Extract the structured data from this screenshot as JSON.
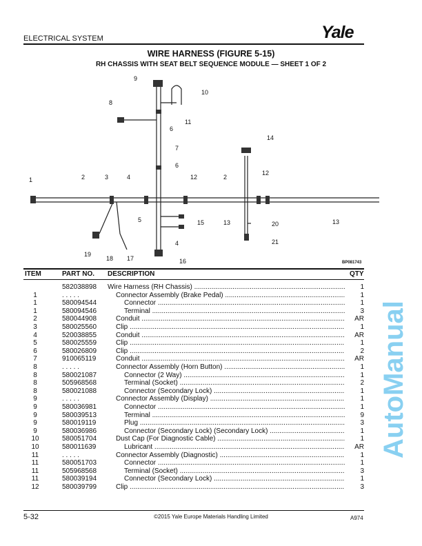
{
  "header": {
    "section": "ELECTRICAL SYSTEM",
    "logo": "Yale"
  },
  "title": "WIRE HARNESS (FIGURE 5-15)",
  "subtitle": "RH CHASSIS WITH SEAT BELT SEQUENCE MODULE — SHEET 1 OF 2",
  "figure": {
    "ref": "BP081743",
    "callouts": [
      "1",
      "2",
      "3",
      "4",
      "5",
      "6",
      "7",
      "8",
      "9",
      "10",
      "11",
      "6",
      "12",
      "2",
      "14",
      "12",
      "15",
      "13",
      "20",
      "13",
      "21",
      "4",
      "16",
      "19",
      "18",
      "17"
    ]
  },
  "table": {
    "headers": {
      "item": "ITEM",
      "part": "PART NO.",
      "desc": "DESCRIPTION",
      "qty": "QTY"
    },
    "rows": [
      {
        "item": "",
        "part": "582038898",
        "desc": "Wire Harness (RH Chassis)",
        "level": 0,
        "qty": "1"
      },
      {
        "item": "1",
        "part": ". . . . .",
        "desc": "Connector Assembly (Brake Pedal)",
        "level": 1,
        "qty": "1"
      },
      {
        "item": "1",
        "part": "580094544",
        "desc": "Connector",
        "level": 2,
        "qty": "1"
      },
      {
        "item": "1",
        "part": "580094546",
        "desc": "Terminal",
        "level": 2,
        "qty": "3"
      },
      {
        "item": "2",
        "part": "580044908",
        "desc": "Conduit",
        "level": 1,
        "qty": "AR"
      },
      {
        "item": "3",
        "part": "580025560",
        "desc": "Clip",
        "level": 1,
        "qty": "1"
      },
      {
        "item": "4",
        "part": "520038855",
        "desc": "Conduit",
        "level": 1,
        "qty": "AR"
      },
      {
        "item": "5",
        "part": "580025559",
        "desc": "Clip",
        "level": 1,
        "qty": "1"
      },
      {
        "item": "6",
        "part": "580026809",
        "desc": "Clip",
        "level": 1,
        "qty": "2"
      },
      {
        "item": "7",
        "part": "910065119",
        "desc": "Conduit",
        "level": 1,
        "qty": "AR"
      },
      {
        "item": "8",
        "part": ". . . . .",
        "desc": "Connector Assembly (Horn Button)",
        "level": 1,
        "qty": "1"
      },
      {
        "item": "8",
        "part": "580021087",
        "desc": "Connector (2 Way)",
        "level": 2,
        "qty": "1"
      },
      {
        "item": "8",
        "part": "505968568",
        "desc": "Terminal (Socket)",
        "level": 2,
        "qty": "2"
      },
      {
        "item": "8",
        "part": "580021088",
        "desc": "Connector (Secondary Lock)",
        "level": 2,
        "qty": "1"
      },
      {
        "item": "9",
        "part": ". . . . .",
        "desc": "Connector Assembly (Display)",
        "level": 1,
        "qty": "1"
      },
      {
        "item": "9",
        "part": "580036981",
        "desc": "Connector",
        "level": 2,
        "qty": "1"
      },
      {
        "item": "9",
        "part": "580039513",
        "desc": "Terminal",
        "level": 2,
        "qty": "9"
      },
      {
        "item": "9",
        "part": "580019119",
        "desc": "Plug",
        "level": 2,
        "qty": "3"
      },
      {
        "item": "9",
        "part": "580036986",
        "desc": "Connector (Secondary Lock) (Secondary Lock)",
        "level": 2,
        "qty": "1"
      },
      {
        "item": "10",
        "part": "580051704",
        "desc": "Dust Cap (For Diagnostic Cable)",
        "level": 1,
        "qty": "1"
      },
      {
        "item": "10",
        "part": "580011639",
        "desc": "Lubricant",
        "level": 2,
        "qty": "AR"
      },
      {
        "item": "11",
        "part": ". . . . .",
        "desc": "Connector Assembly (Diagnostic)",
        "level": 1,
        "qty": "1"
      },
      {
        "item": "11",
        "part": "580051703",
        "desc": "Connector",
        "level": 2,
        "qty": "1"
      },
      {
        "item": "11",
        "part": "505968568",
        "desc": "Terminal (Socket)",
        "level": 2,
        "qty": "3"
      },
      {
        "item": "11",
        "part": "580039194",
        "desc": "Connector (Secondary Lock)",
        "level": 2,
        "qty": "1"
      },
      {
        "item": "12",
        "part": "580039799",
        "desc": "Clip",
        "level": 1,
        "qty": "3"
      }
    ]
  },
  "footer": {
    "page": "5-32",
    "copyright": "©2015 Yale Europe Materials Handling Limited",
    "code": "A974"
  },
  "watermark": "AutoManual",
  "colors": {
    "watermark": "#28aae6",
    "text": "#111111"
  }
}
